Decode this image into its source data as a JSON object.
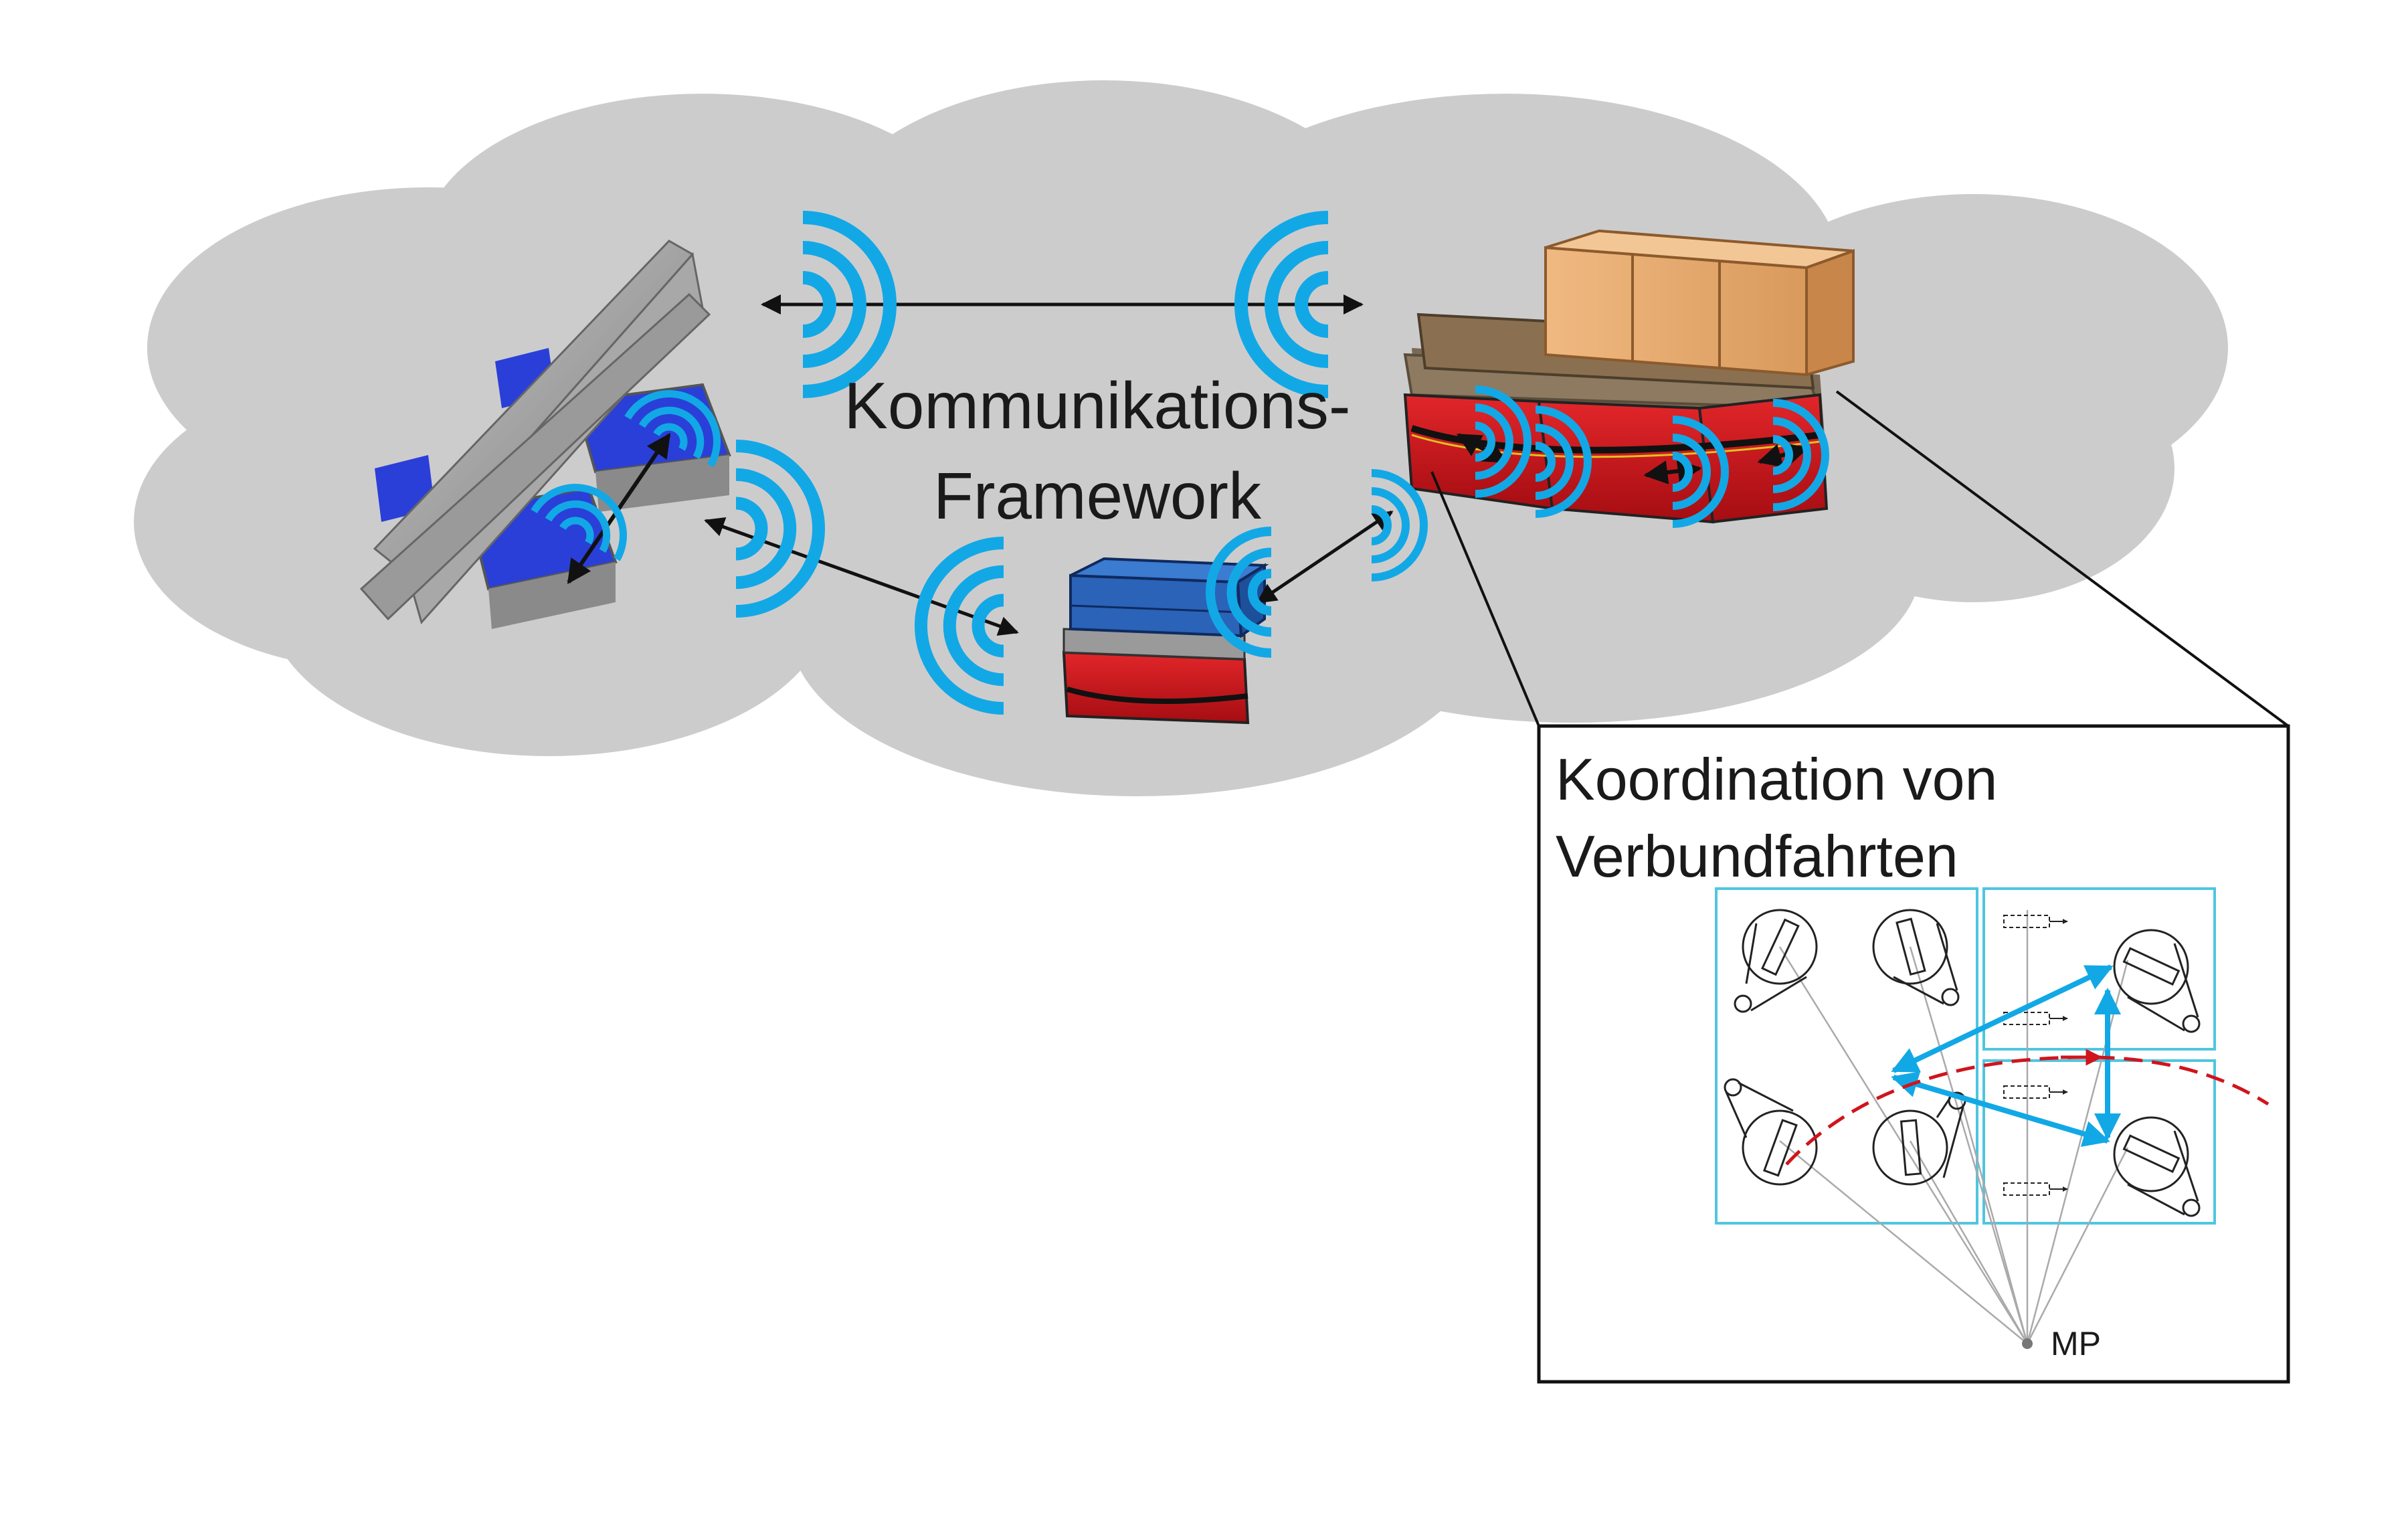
{
  "framework_label": {
    "line1": "Kommunikations-",
    "line2": "Framework"
  },
  "inset": {
    "title_line1": "Koordination von",
    "title_line2": "Verbundfahrten",
    "mp_label": "MP"
  },
  "colors": {
    "cloud": "#cdcccd",
    "wifi": "#12a8e6",
    "vehicle_red": "#c8161b",
    "vehicle_blue": "#2a3fd8",
    "box": "#e2a66a",
    "crate": "#2a63b8",
    "inset_border": "#4fc6e0",
    "red_dashed": "#d0141c"
  },
  "icons": [
    "wifi-signal-icon",
    "double-arrow-icon"
  ]
}
